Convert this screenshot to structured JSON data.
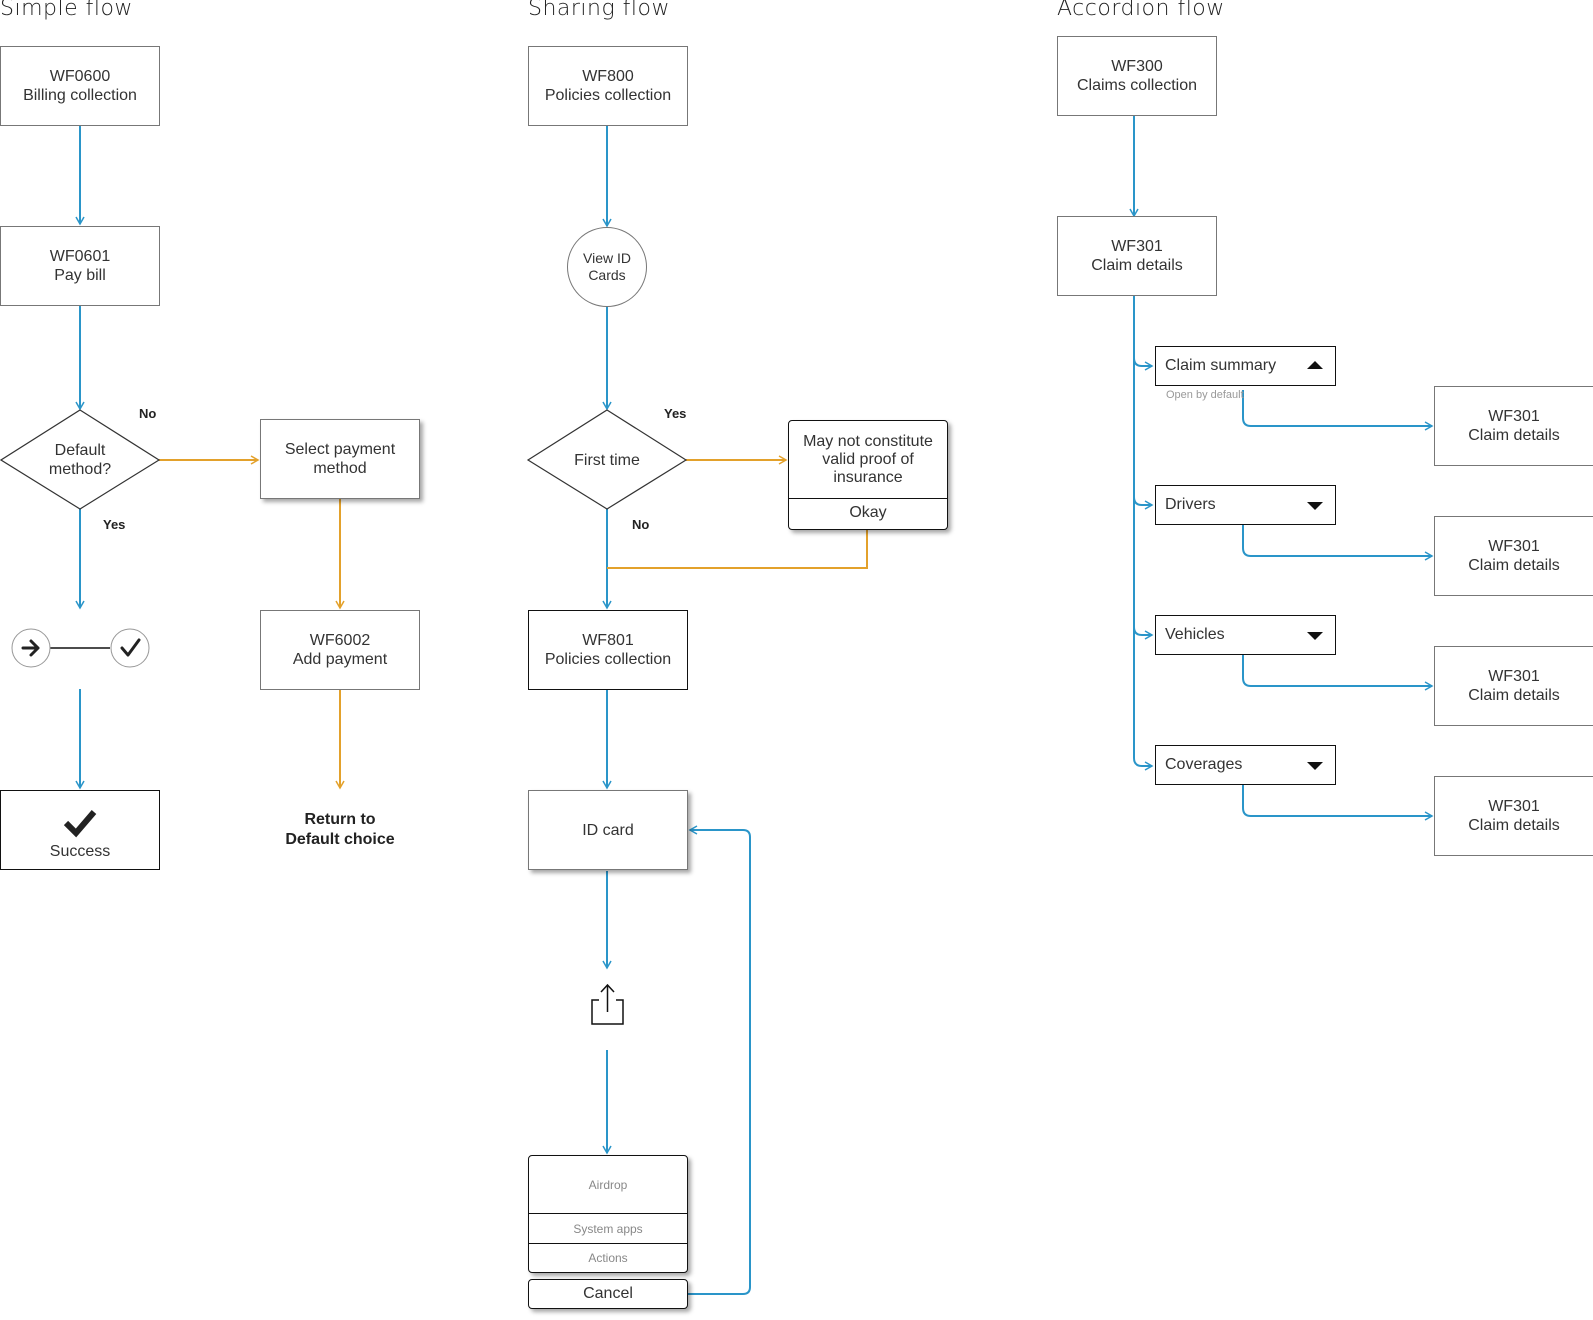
{
  "colors": {
    "flow": "#2a95c9",
    "alt": "#e3a12b"
  },
  "simple": {
    "title": "Simple flow",
    "billing": {
      "code": "WF0600",
      "label": "Billing collection"
    },
    "pay": {
      "code": "WF0601",
      "label": "Pay bill"
    },
    "decision": {
      "line1": "Default",
      "line2": "method?"
    },
    "no_label": "No",
    "yes_label": "Yes",
    "select_payment": {
      "line1": "Select payment",
      "line2": "method"
    },
    "add_payment": {
      "code": "WF6002",
      "label": "Add payment"
    },
    "return_note": {
      "line1": "Return to",
      "line2": "Default choice"
    },
    "success": "Success"
  },
  "sharing": {
    "title": "Sharing flow",
    "policies1": {
      "code": "WF800",
      "label": "Policies collection"
    },
    "view_id": {
      "line1": "View ID",
      "line2": "Cards"
    },
    "decision": "First time",
    "yes_label": "Yes",
    "no_label": "No",
    "dialog": {
      "line1": "May not constitute",
      "line2": "valid proof of",
      "line3": "insurance",
      "button": "Okay"
    },
    "policies2": {
      "code": "WF801",
      "label": "Policies collection"
    },
    "id_card": "ID card",
    "share_sheet": {
      "airdrop": "Airdrop",
      "system_apps": "System apps",
      "actions": "Actions"
    },
    "cancel": "Cancel"
  },
  "accordion": {
    "title": "Accordion flow",
    "claims": {
      "code": "WF300",
      "label": "Claims collection"
    },
    "claim_details": {
      "code": "WF301",
      "label": "Claim details"
    },
    "items": [
      {
        "label": "Claim summary",
        "state": "open"
      },
      {
        "label": "Drivers",
        "state": "closed"
      },
      {
        "label": "Vehicles",
        "state": "closed"
      },
      {
        "label": "Coverages",
        "state": "closed"
      }
    ],
    "open_hint": "Open by default",
    "targets": [
      {
        "code": "WF301",
        "label": "Claim details"
      },
      {
        "code": "WF301",
        "label": "Claim details"
      },
      {
        "code": "WF301",
        "label": "Claim details"
      },
      {
        "code": "WF301",
        "label": "Claim details"
      }
    ]
  }
}
